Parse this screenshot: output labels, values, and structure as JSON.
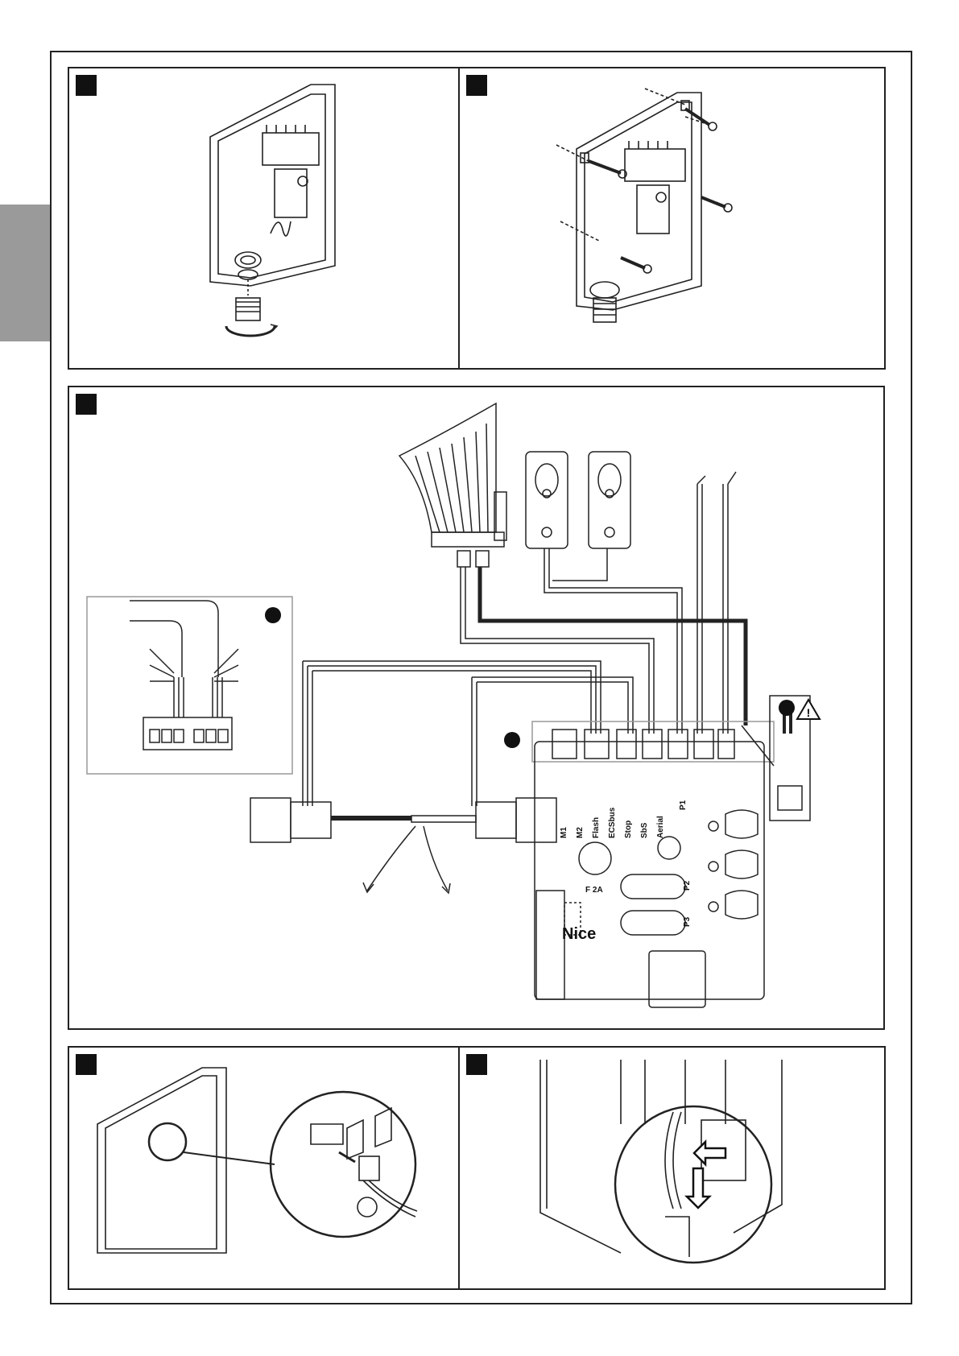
{
  "terminals": {
    "m1": "M1",
    "m2": "M2",
    "flash": "Flash",
    "ecsbus": "ECSbus",
    "stop": "Stop",
    "sbs": "SbS",
    "aerial": "Aerial"
  },
  "outputs": {
    "p1": "P1",
    "p2": "P2",
    "p3": "P3"
  },
  "fuse": "F 2A",
  "brand": "Nice",
  "colors": {
    "line": "#222222",
    "tab": "#9a9a9a",
    "badge": "#111111"
  },
  "icons": {
    "warning": "warning-triangle-icon",
    "rotate": "rotate-arrows-icon",
    "radio": "radio-receiver-icon",
    "arrow": "arrow-icon"
  }
}
